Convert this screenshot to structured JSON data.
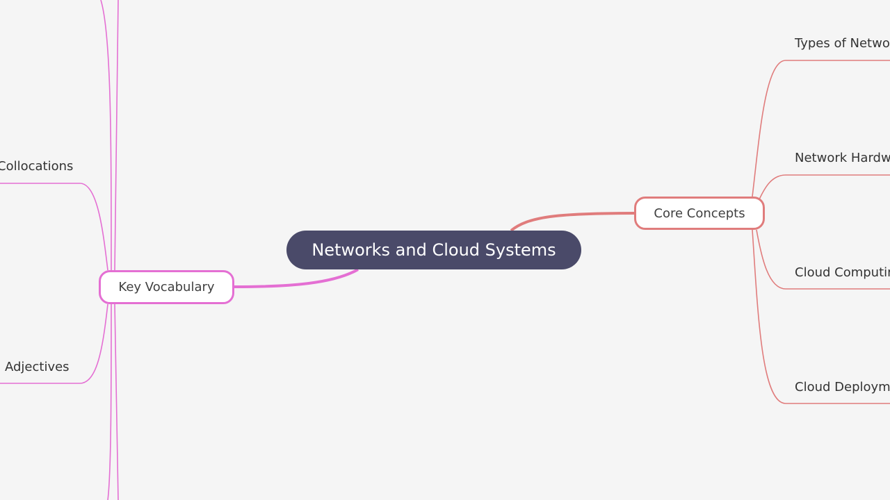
{
  "root": {
    "label": "Networks and Cloud Systems",
    "color": "#4a4a69"
  },
  "branches": {
    "core": {
      "label": "Core Concepts",
      "color": "#e07c7c",
      "children": [
        "Types of Netwo",
        "Network Hardw",
        "Cloud Computir",
        "Cloud Deploym"
      ]
    },
    "vocab": {
      "label": "Key Vocabulary",
      "color": "#e46fd3",
      "children": [
        "Collocations",
        "Adjectives"
      ]
    }
  }
}
